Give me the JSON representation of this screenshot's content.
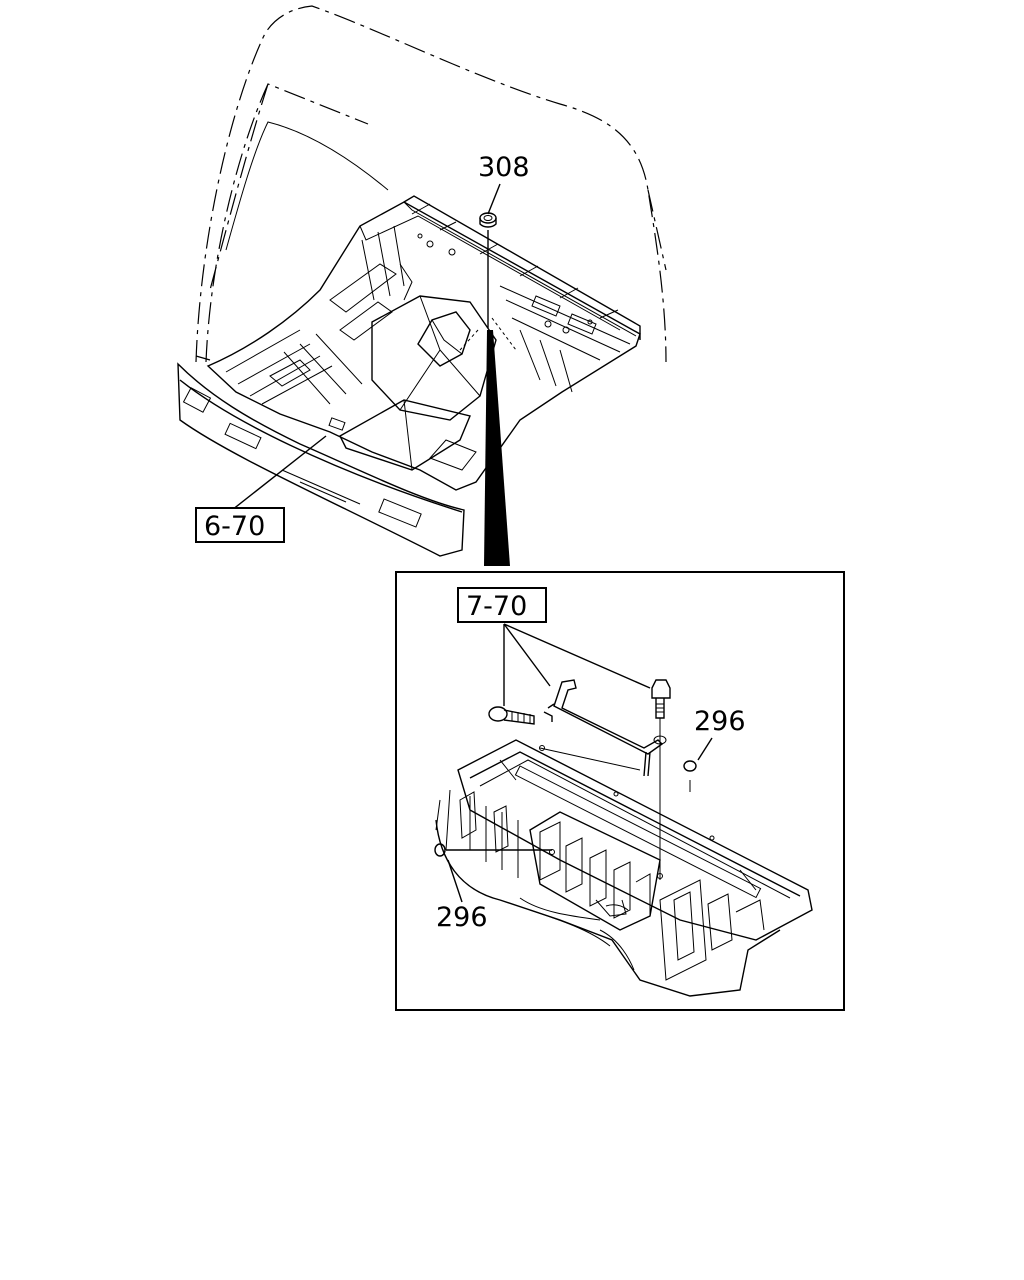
{
  "callouts": {
    "top_part": "308",
    "ref_upper": "6-70",
    "ref_lower": "7-70",
    "part_right": "296",
    "part_left": "296"
  }
}
